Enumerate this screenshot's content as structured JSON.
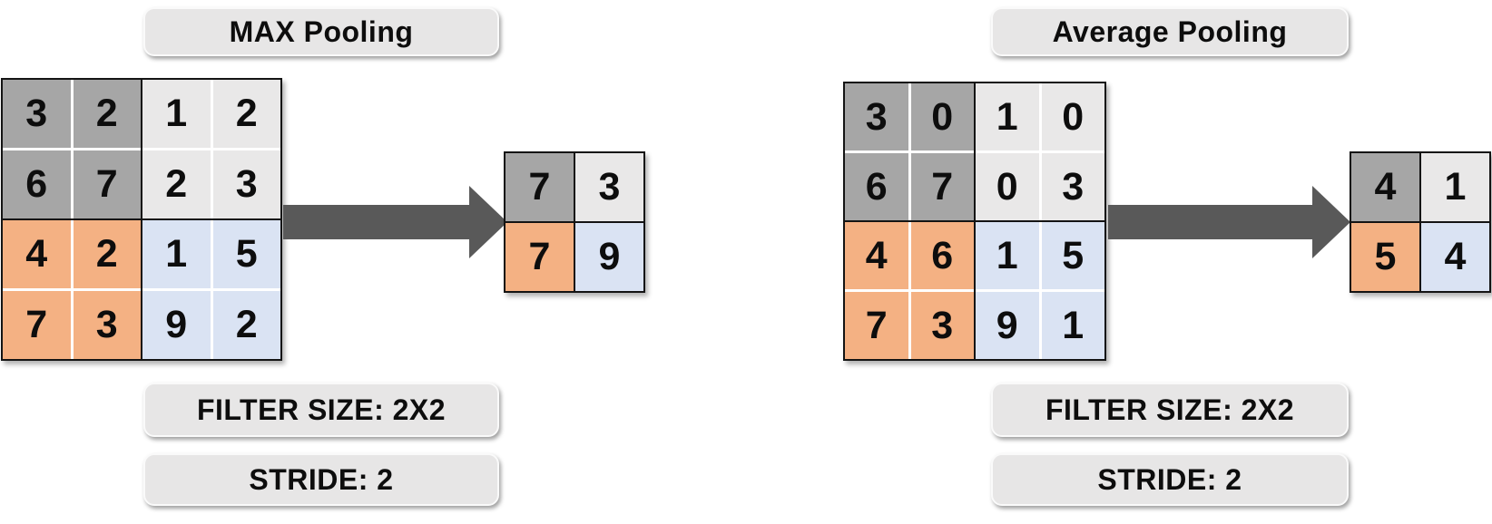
{
  "colors": {
    "background": "#ffffff",
    "text": "#0d0d0d",
    "pill_bg": "#e7e6e6",
    "cell_gray": "#a6a6a6",
    "cell_light_gray": "#e9e8e8",
    "cell_orange": "#f4b183",
    "cell_blue": "#dae3f3",
    "arrow_gray": "#595959",
    "grid_line_white": "#ffffff",
    "grid_line_black": "#141414"
  },
  "panels": [
    {
      "title": "MAX Pooling",
      "filter_label": "FILTER SIZE: 2X2",
      "stride_label": "STRIDE: 2",
      "input_grid": [
        [
          3,
          2,
          1,
          2
        ],
        [
          6,
          7,
          2,
          3
        ],
        [
          4,
          2,
          1,
          5
        ],
        [
          7,
          3,
          9,
          2
        ]
      ],
      "output_grid": [
        [
          7,
          3
        ],
        [
          7,
          9
        ]
      ]
    },
    {
      "title": "Average Pooling",
      "filter_label": "FILTER SIZE: 2X2",
      "stride_label": "STRIDE: 2",
      "input_grid": [
        [
          3,
          0,
          1,
          0
        ],
        [
          6,
          7,
          0,
          3
        ],
        [
          4,
          6,
          1,
          5
        ],
        [
          7,
          3,
          9,
          1
        ]
      ],
      "output_grid": [
        [
          4,
          1
        ],
        [
          5,
          4
        ]
      ]
    }
  ]
}
